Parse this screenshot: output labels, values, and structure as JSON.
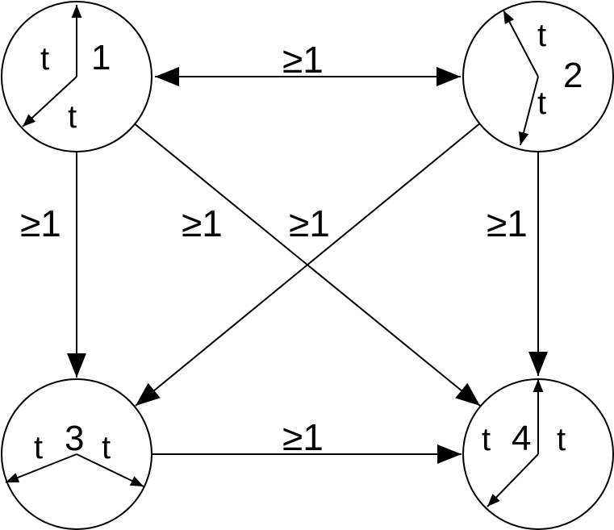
{
  "edge_label": "≥1",
  "nodes": [
    {
      "id": "1",
      "hand_label_a": "t",
      "hand_label_b": "t"
    },
    {
      "id": "2",
      "hand_label_a": "t",
      "hand_label_b": "t"
    },
    {
      "id": "3",
      "hand_label_a": "t",
      "hand_label_b": "t"
    },
    {
      "id": "4",
      "hand_label_a": "t",
      "hand_label_b": "t"
    }
  ],
  "edges": [
    {
      "from": "1",
      "to": "2",
      "label": "≥1",
      "bidirectional": true
    },
    {
      "from": "1",
      "to": "3",
      "label": "≥1"
    },
    {
      "from": "1",
      "to": "4",
      "label": "≥1"
    },
    {
      "from": "2",
      "to": "3",
      "label": "≥1"
    },
    {
      "from": "2",
      "to": "4",
      "label": "≥1"
    },
    {
      "from": "3",
      "to": "4",
      "label": "≥1"
    }
  ]
}
